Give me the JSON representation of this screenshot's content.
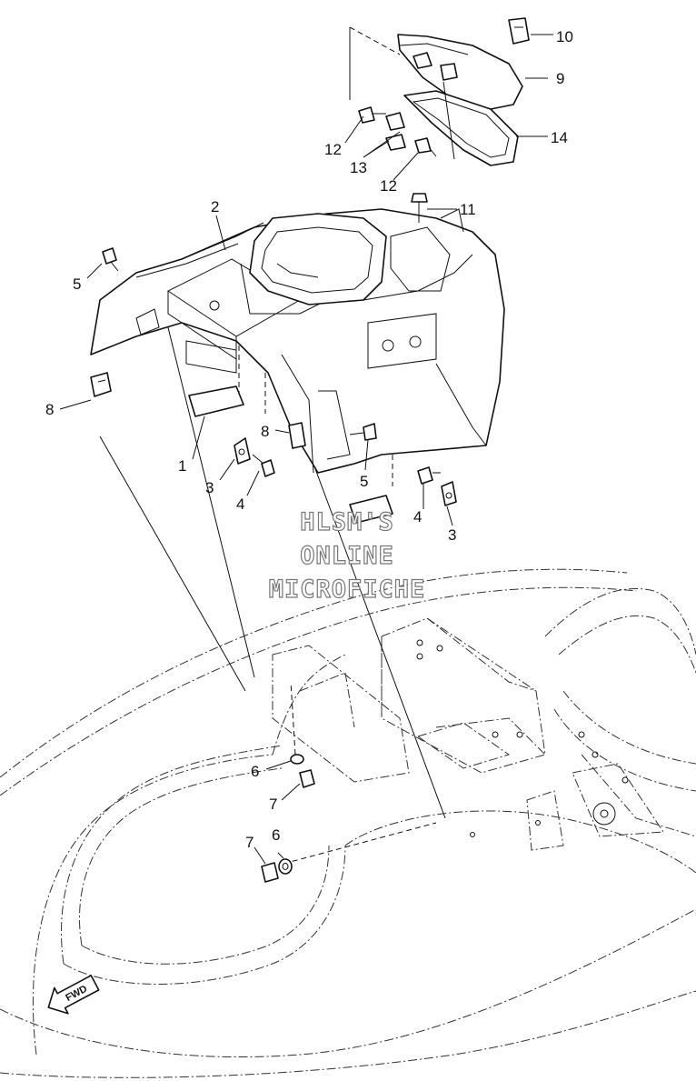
{
  "callouts": [
    {
      "id": "c1",
      "text": "1"
    },
    {
      "id": "c2",
      "text": "2"
    },
    {
      "id": "c3a",
      "text": "3"
    },
    {
      "id": "c3b",
      "text": "3"
    },
    {
      "id": "c4a",
      "text": "4"
    },
    {
      "id": "c4b",
      "text": "4"
    },
    {
      "id": "c5a",
      "text": "5"
    },
    {
      "id": "c5b",
      "text": "5"
    },
    {
      "id": "c6a",
      "text": "6"
    },
    {
      "id": "c6b",
      "text": "6"
    },
    {
      "id": "c7a",
      "text": "7"
    },
    {
      "id": "c7b",
      "text": "7"
    },
    {
      "id": "c8a",
      "text": "8"
    },
    {
      "id": "c8b",
      "text": "8"
    },
    {
      "id": "c9",
      "text": "9"
    },
    {
      "id": "c10",
      "text": "10"
    },
    {
      "id": "c11",
      "text": "11"
    },
    {
      "id": "c12a",
      "text": "12"
    },
    {
      "id": "c12b",
      "text": "12"
    },
    {
      "id": "c13",
      "text": "13"
    },
    {
      "id": "c14",
      "text": "14"
    }
  ],
  "watermark": {
    "line1": "HLSM'S",
    "line2": "ONLINE",
    "line3": "MICROFICHE"
  },
  "direction_badge": "FWD"
}
